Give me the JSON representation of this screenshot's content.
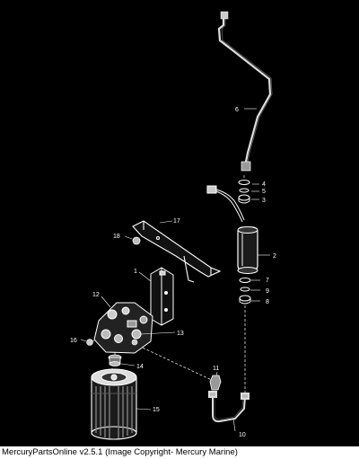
{
  "diagram": {
    "part_labels": {
      "p1": "1",
      "p2": "2",
      "p3": "3",
      "p4": "4",
      "p5": "5",
      "p6": "6",
      "p7": "7",
      "p8": "8",
      "p9": "9",
      "p10": "10",
      "p11": "11",
      "p12": "12",
      "p13": "13",
      "p14": "14",
      "p15": "15",
      "p16": "16",
      "p17": "17",
      "p18": "18"
    }
  },
  "footer": {
    "caption": "MercuryPartsOnline v2.5.1 (Image Copyright- Mercury Marine)"
  },
  "colors": {
    "background": "#000000",
    "line_art": "#ffffff",
    "footer_background": "#ffffff",
    "footer_text": "#000000"
  }
}
